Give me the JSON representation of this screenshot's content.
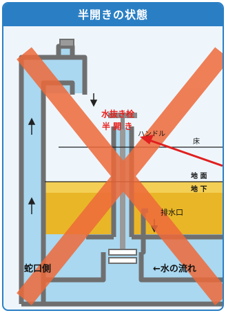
{
  "title": "半開きの状態",
  "labels": {
    "drain_valve_line1": "水抜き栓",
    "drain_valve_line2": "半 開 き",
    "handle": "ハンドル",
    "floor": "床",
    "ground_surface": "地 面",
    "underground": "地 下",
    "drain_outlet": "排水口",
    "faucet_side": "蛇口側",
    "water_flow": "←水の流れ"
  },
  "colors": {
    "frame": "#2a7fc4",
    "water": "#a9d8f0",
    "pipe": "#6f6f6f",
    "soil": "#e9b628",
    "cross": "#ee6a3a",
    "arrow_red": "#e02020",
    "label_red": "#e8201c"
  }
}
